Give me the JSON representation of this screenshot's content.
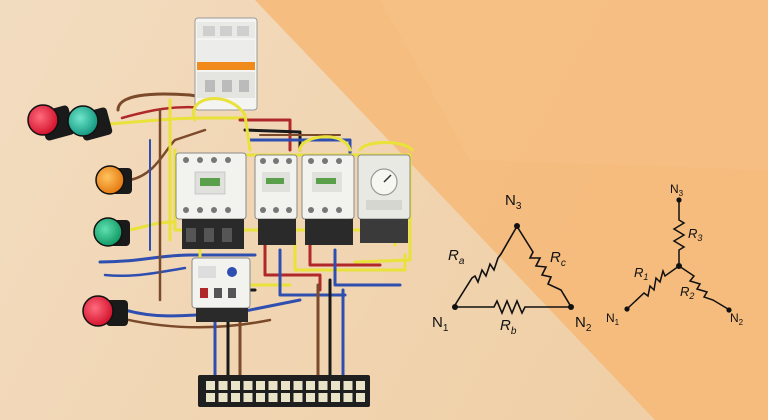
{
  "colors": {
    "background": "#f3d6b3",
    "accent_orange": "#f7b06a",
    "wire_yellow": "#e8e23a",
    "wire_blue": "#2f4fb0",
    "wire_red": "#b0282a",
    "wire_brown": "#7a4a2a",
    "wire_black": "#1a1a1a",
    "lamp_red": "#e0203a",
    "lamp_teal": "#22b39a",
    "lamp_orange": "#f08a1a",
    "lamp_green": "#1fae7a"
  },
  "delta": {
    "nodes": {
      "n1": {
        "base": "N",
        "sub": "1"
      },
      "n2": {
        "base": "N",
        "sub": "2"
      },
      "n3": {
        "base": "N",
        "sub": "3"
      }
    },
    "resistors": {
      "ra": {
        "base": "R",
        "sub": "a"
      },
      "rb": {
        "base": "R",
        "sub": "b"
      },
      "rc": {
        "base": "R",
        "sub": "c"
      }
    }
  },
  "wye": {
    "nodes": {
      "n1": {
        "base": "N",
        "sub": "1"
      },
      "n2": {
        "base": "N",
        "sub": "2"
      },
      "n3": {
        "base": "N",
        "sub": "3"
      }
    },
    "resistors": {
      "r1": {
        "base": "R",
        "sub": "1"
      },
      "r2": {
        "base": "R",
        "sub": "2"
      },
      "r3": {
        "base": "R",
        "sub": "3"
      }
    }
  }
}
